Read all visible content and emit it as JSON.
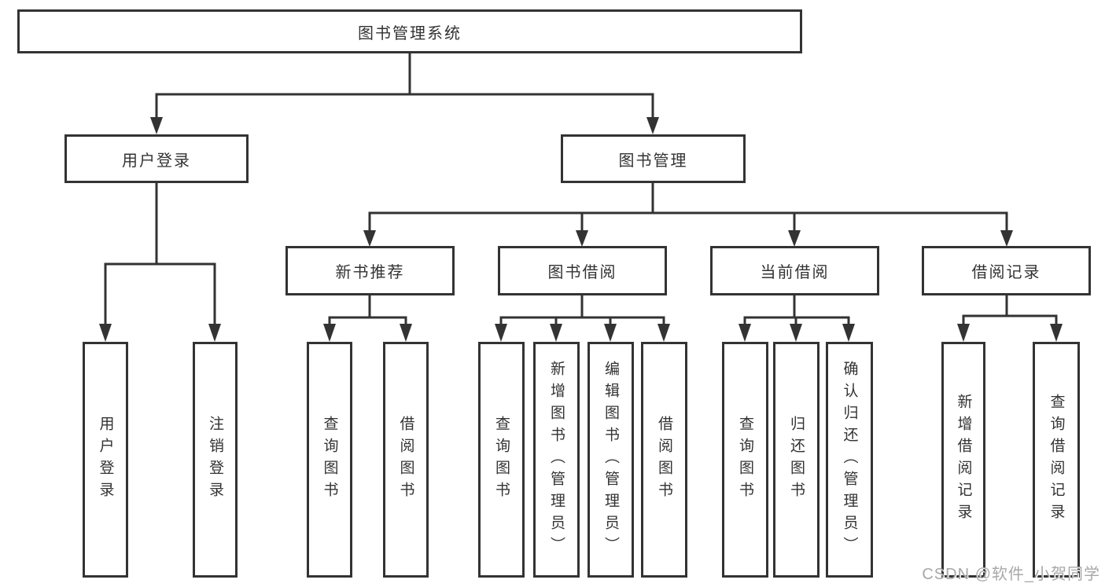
{
  "diagram": {
    "title_node": "图书管理系统",
    "branches": [
      {
        "label": "用户登录",
        "children": [
          "用户登录",
          "注销登录"
        ]
      },
      {
        "label": "图书管理",
        "sections": [
          {
            "label": "新书推荐",
            "children": [
              "查询图书",
              "借阅图书"
            ]
          },
          {
            "label": "图书借阅",
            "children": [
              "查询图书",
              "新增图书（管理员）",
              "编辑图书（管理员）",
              "借阅图书"
            ]
          },
          {
            "label": "当前借阅",
            "children": [
              "查询图书",
              "归还图书",
              "确认归还（管理员）"
            ]
          },
          {
            "label": "借阅记录",
            "children": [
              "新增借阅记录",
              "查询借阅记录"
            ]
          }
        ]
      }
    ]
  },
  "watermark": {
    "text": "CSDN @软件_小贺同学"
  },
  "colors": {
    "line": "#333333",
    "box_border": "#333333",
    "box_fill": "#ffffff",
    "text": "#333333",
    "background": "#ffffff",
    "watermark": "#a8a8a8"
  }
}
